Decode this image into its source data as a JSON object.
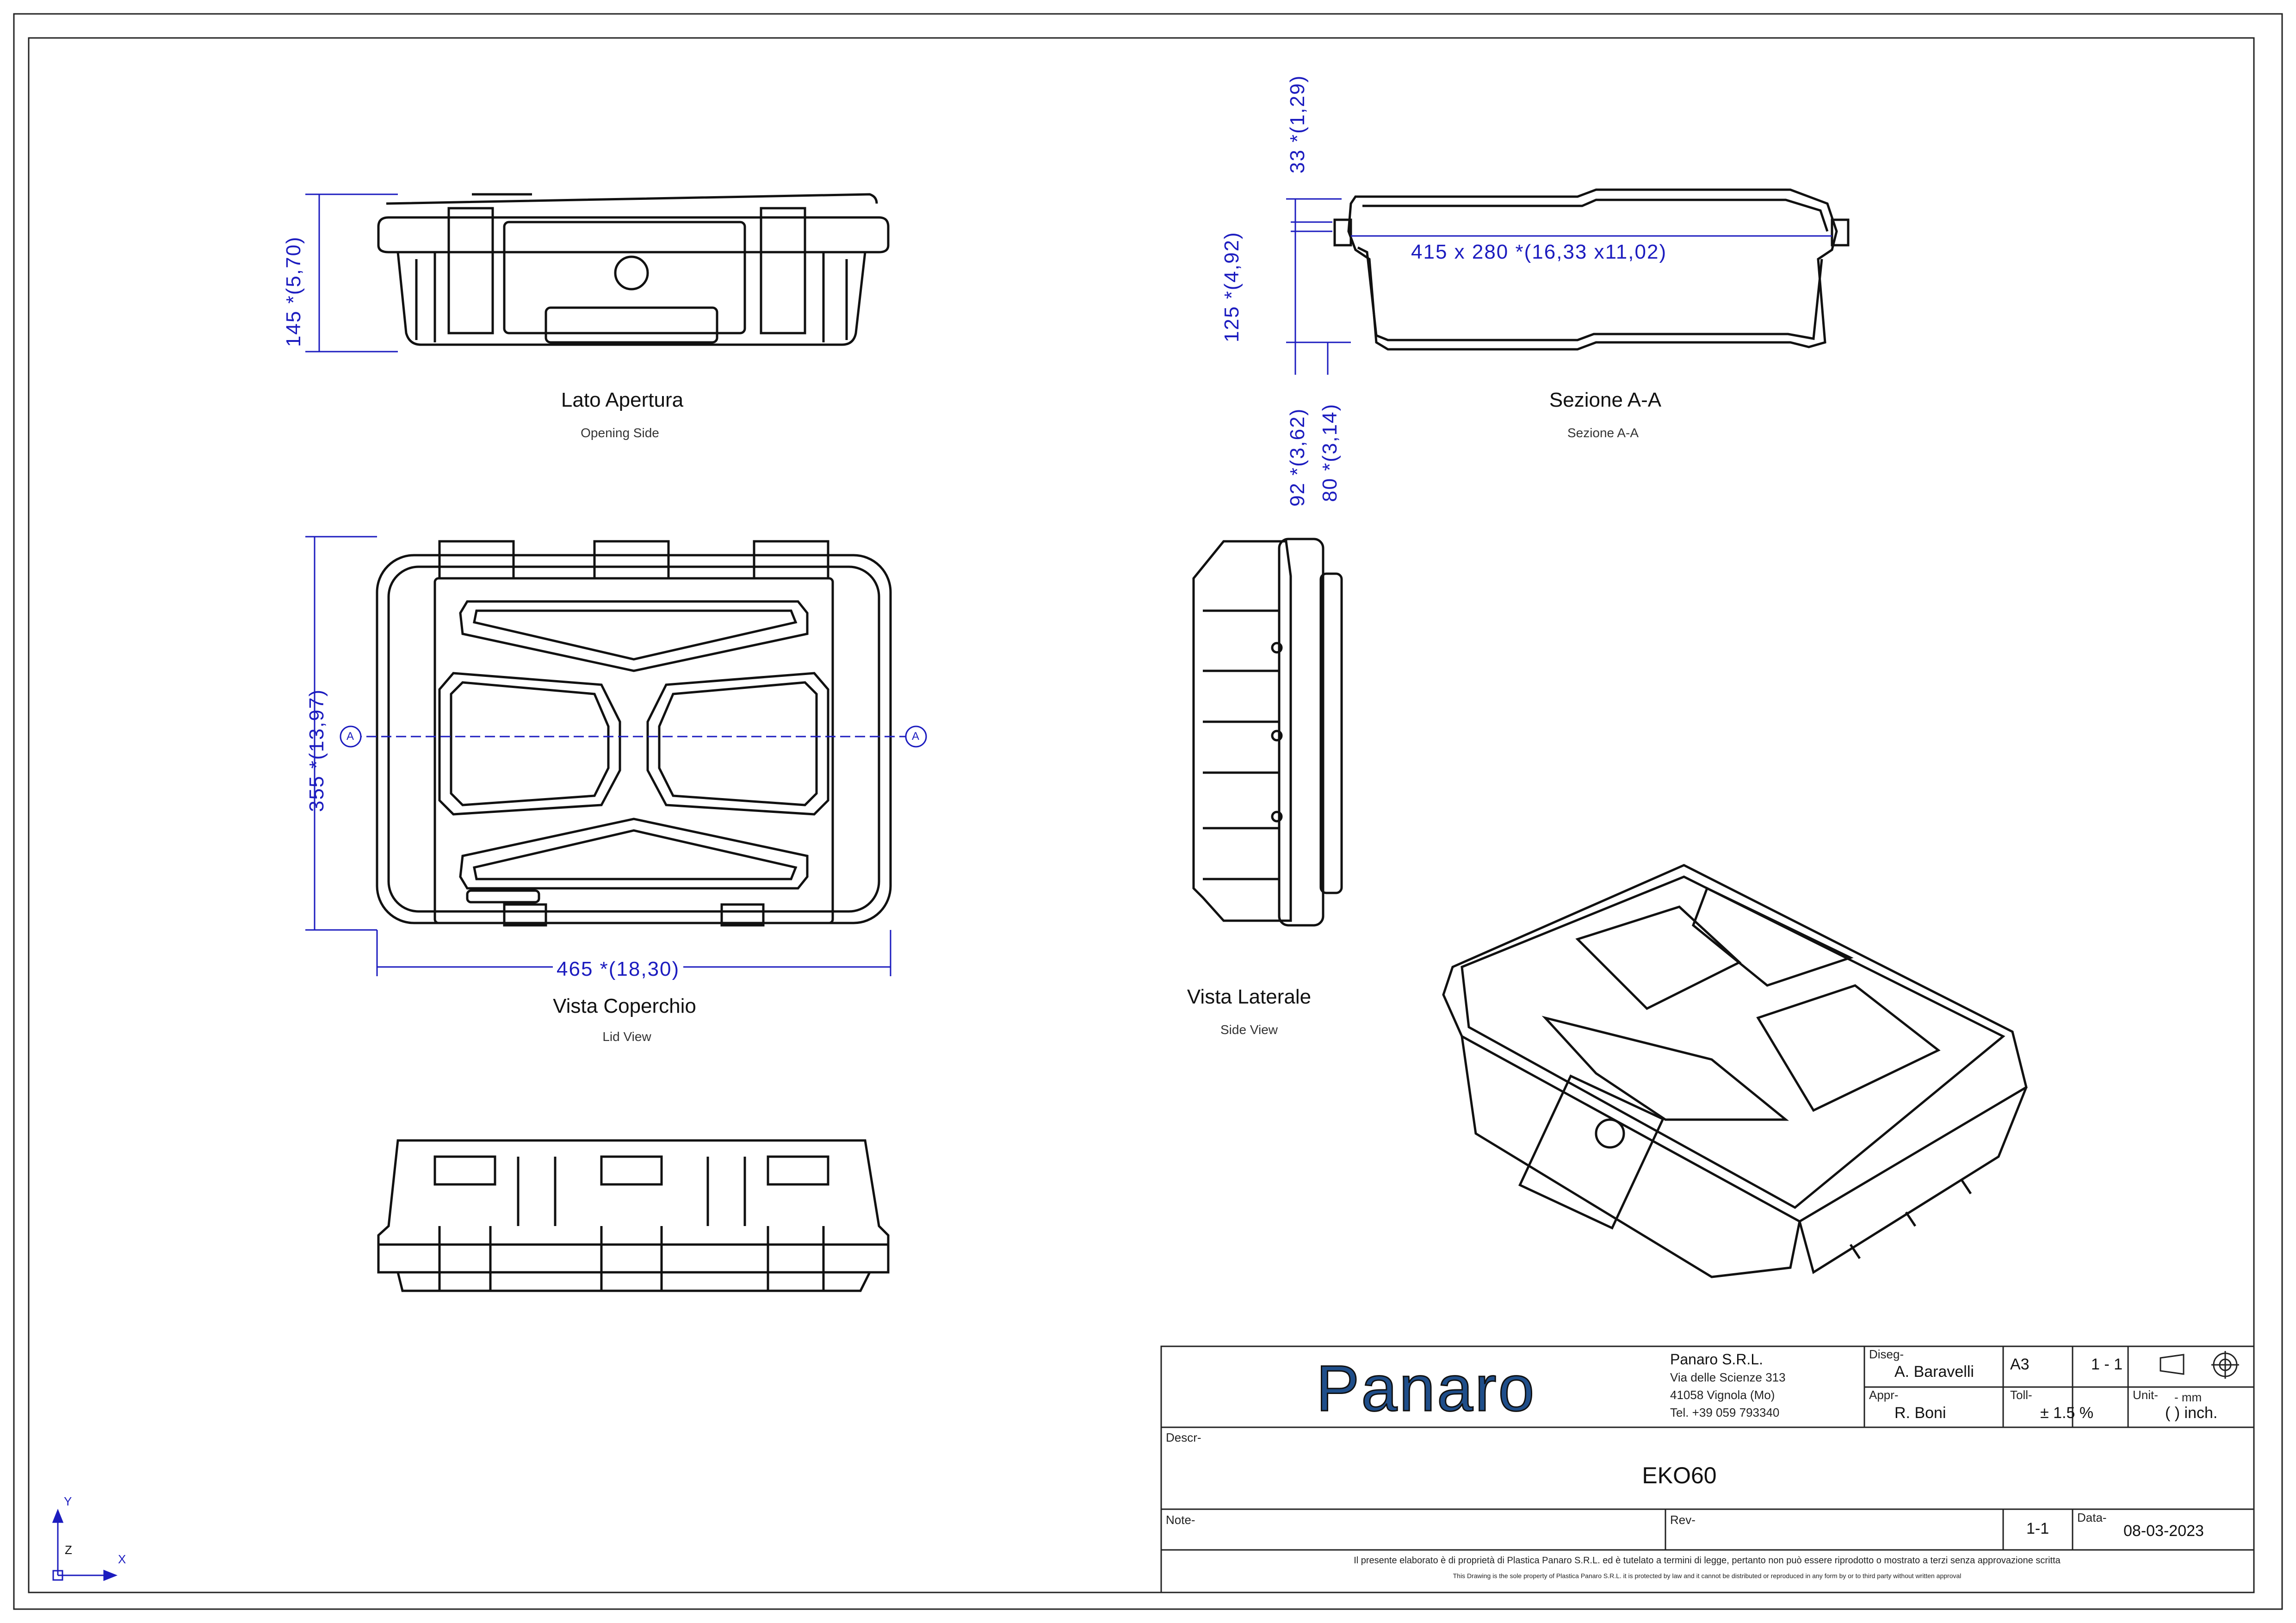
{
  "views": {
    "opening": {
      "title": "Lato Apertura",
      "subtitle": "Opening Side"
    },
    "section": {
      "title": "Sezione A-A",
      "subtitle": "Sezione A-A"
    },
    "lid": {
      "title": "Vista Coperchio",
      "subtitle": "Lid View"
    },
    "side": {
      "title": "Vista Laterale",
      "subtitle": "Side View"
    }
  },
  "dimensions": {
    "height_145": "145 *(5,70)",
    "top_33": "33 *(1,29)",
    "depth_125": "125 *(4,92)",
    "inner_415": "415 x 280 *(16,33 x11,02)",
    "bottom_92": "92 *(3,62)",
    "bottom_80": "80 *(3,14)",
    "height_355": "355 *(13,97)",
    "width_465": "465 *(18,30)"
  },
  "section_marker": "A",
  "axes": {
    "y": "Y",
    "x": "X",
    "z": "Z"
  },
  "title_block": {
    "logo": "Panaro",
    "company": "Panaro S.R.L.",
    "address1": "Via delle Scienze 313",
    "address2": "41058 Vignola (Mo)",
    "phone": "Tel. +39 059 793340",
    "disegnato_label": "Diseg-",
    "disegnato": "A. Baravelli",
    "approvato_label": "Appr-",
    "approvato": "R. Boni",
    "format": "A3",
    "scale": "1 - 1",
    "tolleranza_label": "Toll-",
    "tolleranza": "± 1.5 %",
    "unita_label": "Unit-",
    "unita_mm": "- mm",
    "unita_inch": "( ) inch.",
    "descr_label": "Descr-",
    "descr": "EKO60",
    "note_label": "Note-",
    "rev_label": "Rev-",
    "rev": "1-1",
    "data_label": "Data-",
    "data": "08-03-2023",
    "footer_it": "Il presente elaborato è di proprietà di Plastica Panaro S.R.L. ed è tutelato a termini di legge, pertanto non può essere riprodotto o mostrato a terzi senza approvazione scritta",
    "footer_en": "This Drawing is the sole property of Plastica Panaro S.R.L. it is protected by law and it cannot be distributed or reproduced in any form by or to third party without written approval"
  },
  "colors": {
    "line": "#111111",
    "dimension": "#1c1cbf",
    "logo": "#1f4e8a"
  }
}
